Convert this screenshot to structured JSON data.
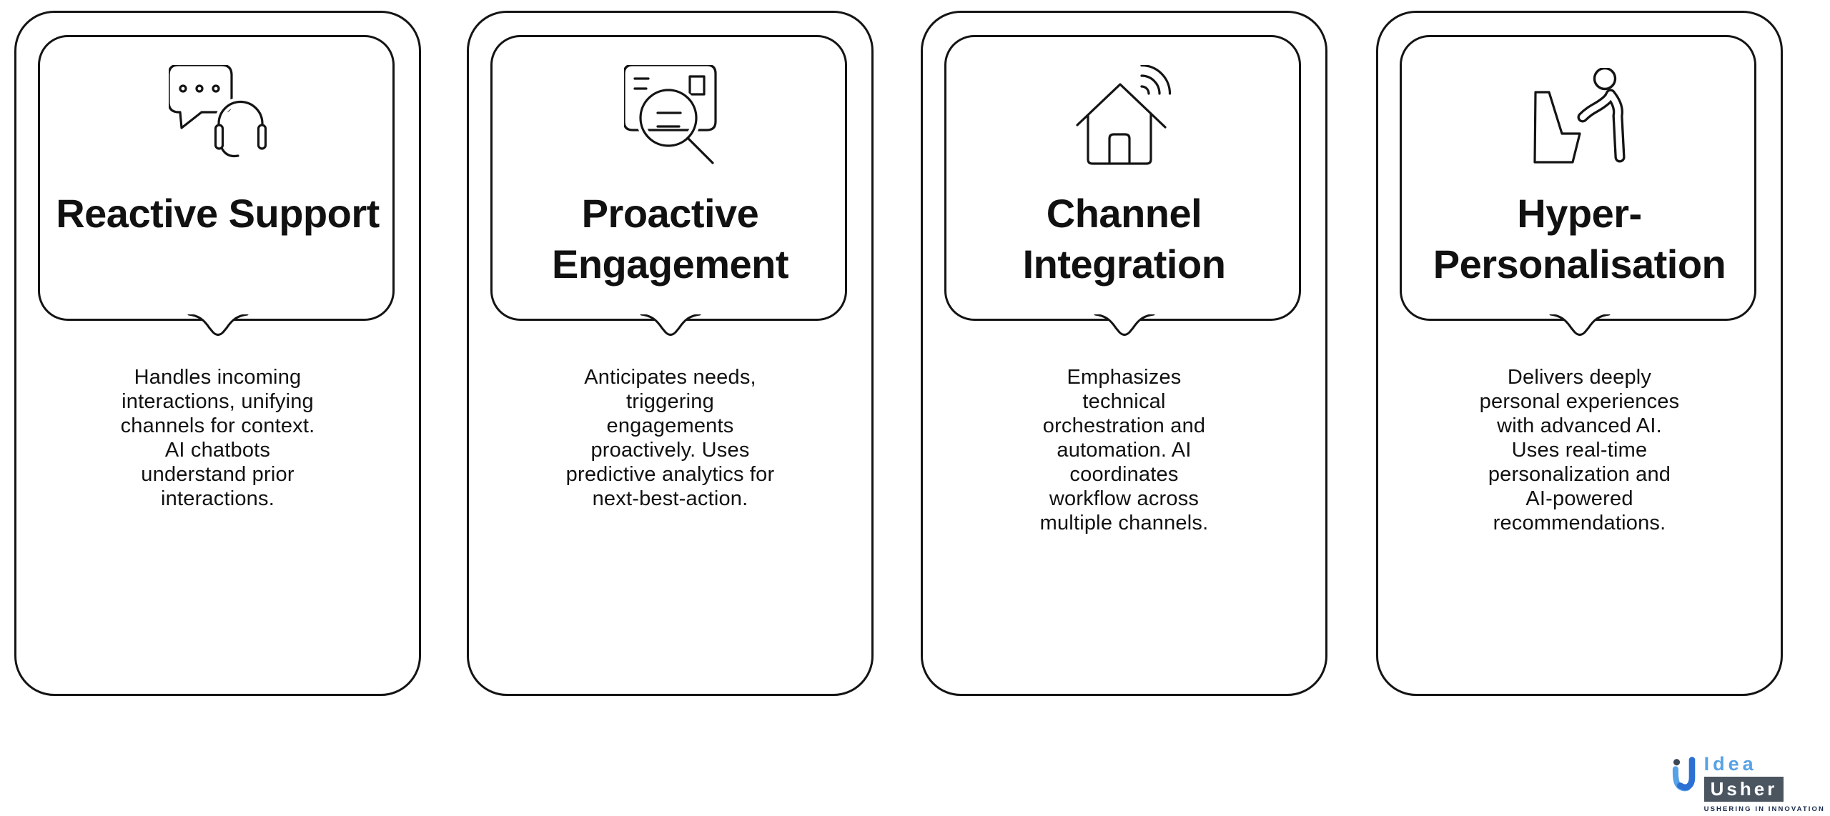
{
  "cards": [
    {
      "icon": "chat-headset-icon",
      "title": "Reactive Support",
      "description": "Handles incoming\ninteractions, unifying\nchannels for context.\nAI chatbots\nunderstand prior\ninteractions."
    },
    {
      "icon": "search-card-icon",
      "title": "Proactive\nEngagement",
      "description": "Anticipates needs,\ntriggering\nengagements\nproactively. Uses\npredictive analytics for\nnext-best-action."
    },
    {
      "icon": "smart-home-icon",
      "title": "Channel\nIntegration",
      "description": "Emphasizes\ntechnical\norchestration and\nautomation. AI\ncoordinates\nworkflow across\nmultiple channels."
    },
    {
      "icon": "kiosk-person-icon",
      "title": "Hyper-\nPersonalisation",
      "description": "Delivers deeply\npersonal experiences\nwith advanced AI.\nUses real-time\npersonalization and\nAI-powered\nrecommendations."
    }
  ],
  "logo": {
    "brand_top": "Idea",
    "brand_bottom": "Usher",
    "tagline": "USHERING IN INNOVATION",
    "colors": {
      "blue": "#2d70d3",
      "light_blue": "#57a2e6",
      "slate": "#4a5560",
      "dot": "#3b4754",
      "navy": "#17294b"
    }
  }
}
